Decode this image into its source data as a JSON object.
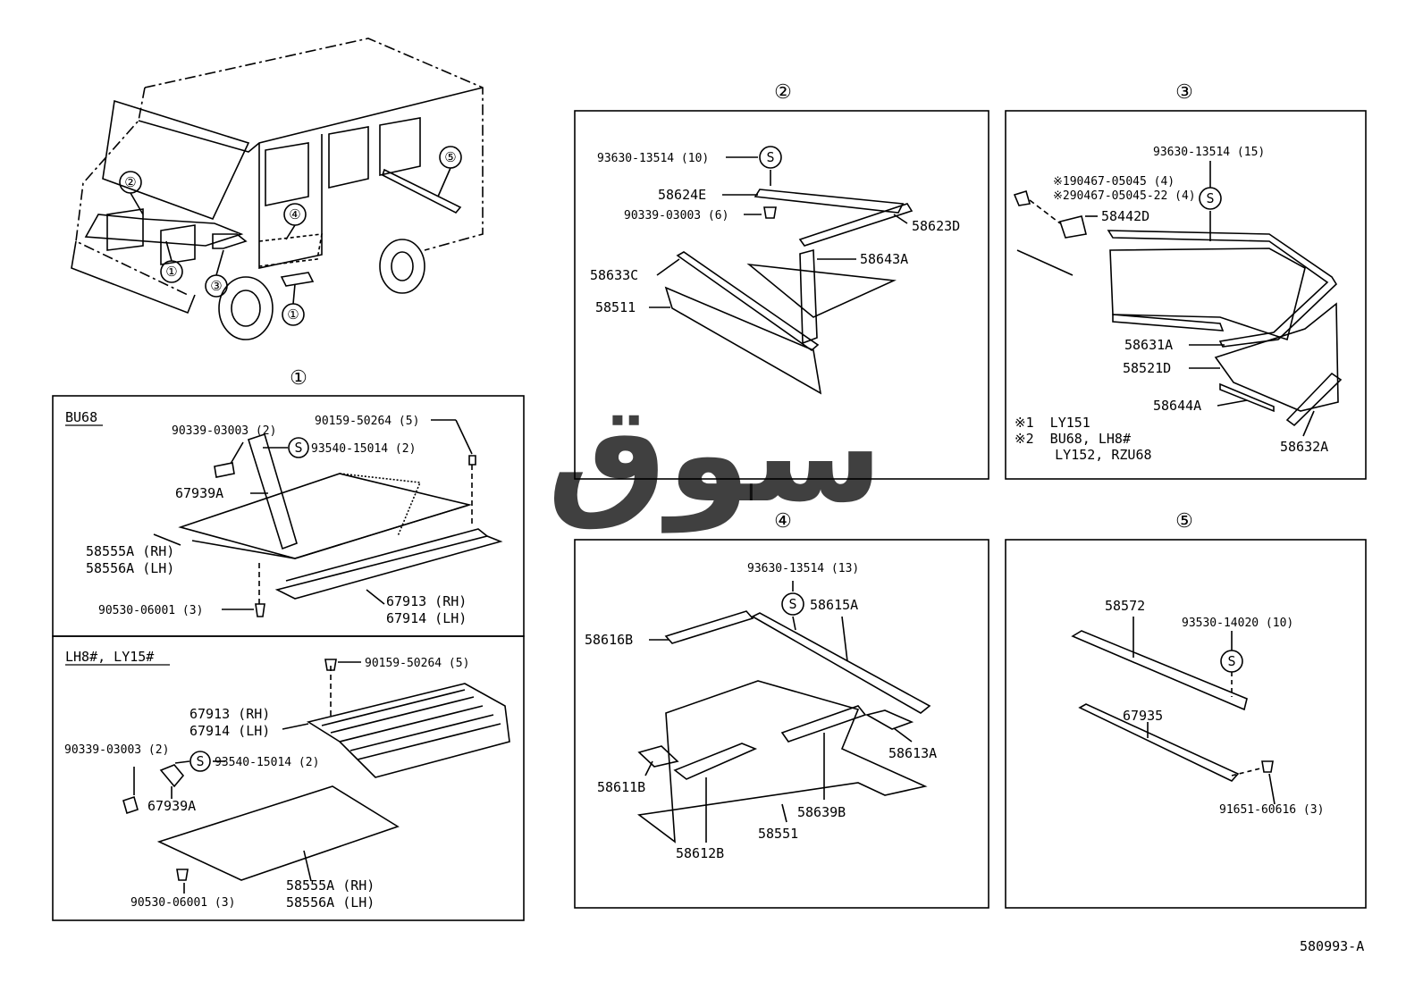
{
  "diagram_id": "580993-A",
  "watermark": "سوق",
  "overview": {
    "callouts": [
      "②",
      "⑤",
      "④",
      "①",
      "③",
      "①"
    ]
  },
  "section1": {
    "number": "①",
    "bu68": {
      "title": "BU68",
      "labels": {
        "p1": "90339-03003 (2)",
        "p2": "90159-50264 (5)",
        "p3": "93540-15014 (2)",
        "p4": "67939A",
        "p5a": "58555A (RH)",
        "p5b": "58556A (LH)",
        "p6": "90530-06001 (3)",
        "p7a": "67913 (RH)",
        "p7b": "67914 (LH)"
      }
    },
    "lh8": {
      "title": "LH8#, LY15#",
      "labels": {
        "p1": "90159-50264 (5)",
        "p2a": "67913 (RH)",
        "p2b": "67914 (LH)",
        "p3": "90339-03003 (2)",
        "p4": "93540-15014 (2)",
        "p5": "67939A",
        "p6a": "58555A (RH)",
        "p6b": "58556A (LH)",
        "p7": "90530-06001 (3)"
      }
    }
  },
  "section2": {
    "number": "②",
    "labels": {
      "p1": "93630-13514 (10)",
      "p2": "58624E",
      "p3": "90339-03003 (6)",
      "p4": "58623D",
      "p5": "58643A",
      "p6": "58633C",
      "p7": "58511"
    }
  },
  "section3": {
    "number": "③",
    "labels": {
      "p1": "93630-13514 (15)",
      "p2": "※190467-05045 (4)",
      "p3": "※290467-05045-22 (4)",
      "p4": "58442D",
      "p5": "58631A",
      "p6": "58521D",
      "p7": "58644A",
      "p8": "58632A"
    },
    "notes": [
      "※1  LY151",
      "※2  BU68, LH8#",
      "     LY152, RZU68"
    ]
  },
  "section4": {
    "number": "④",
    "labels": {
      "p1": "93630-13514 (13)",
      "p2": "58615A",
      "p3": "58616B",
      "p4": "58613A",
      "p5": "58611B",
      "p6": "58639B",
      "p7": "58551",
      "p8": "58612B"
    }
  },
  "section5": {
    "number": "⑤",
    "labels": {
      "p1": "58572",
      "p2": "93530-14020 (10)",
      "p3": "67935",
      "p4": "91651-60616 (3)"
    }
  },
  "symbol_s": "S"
}
